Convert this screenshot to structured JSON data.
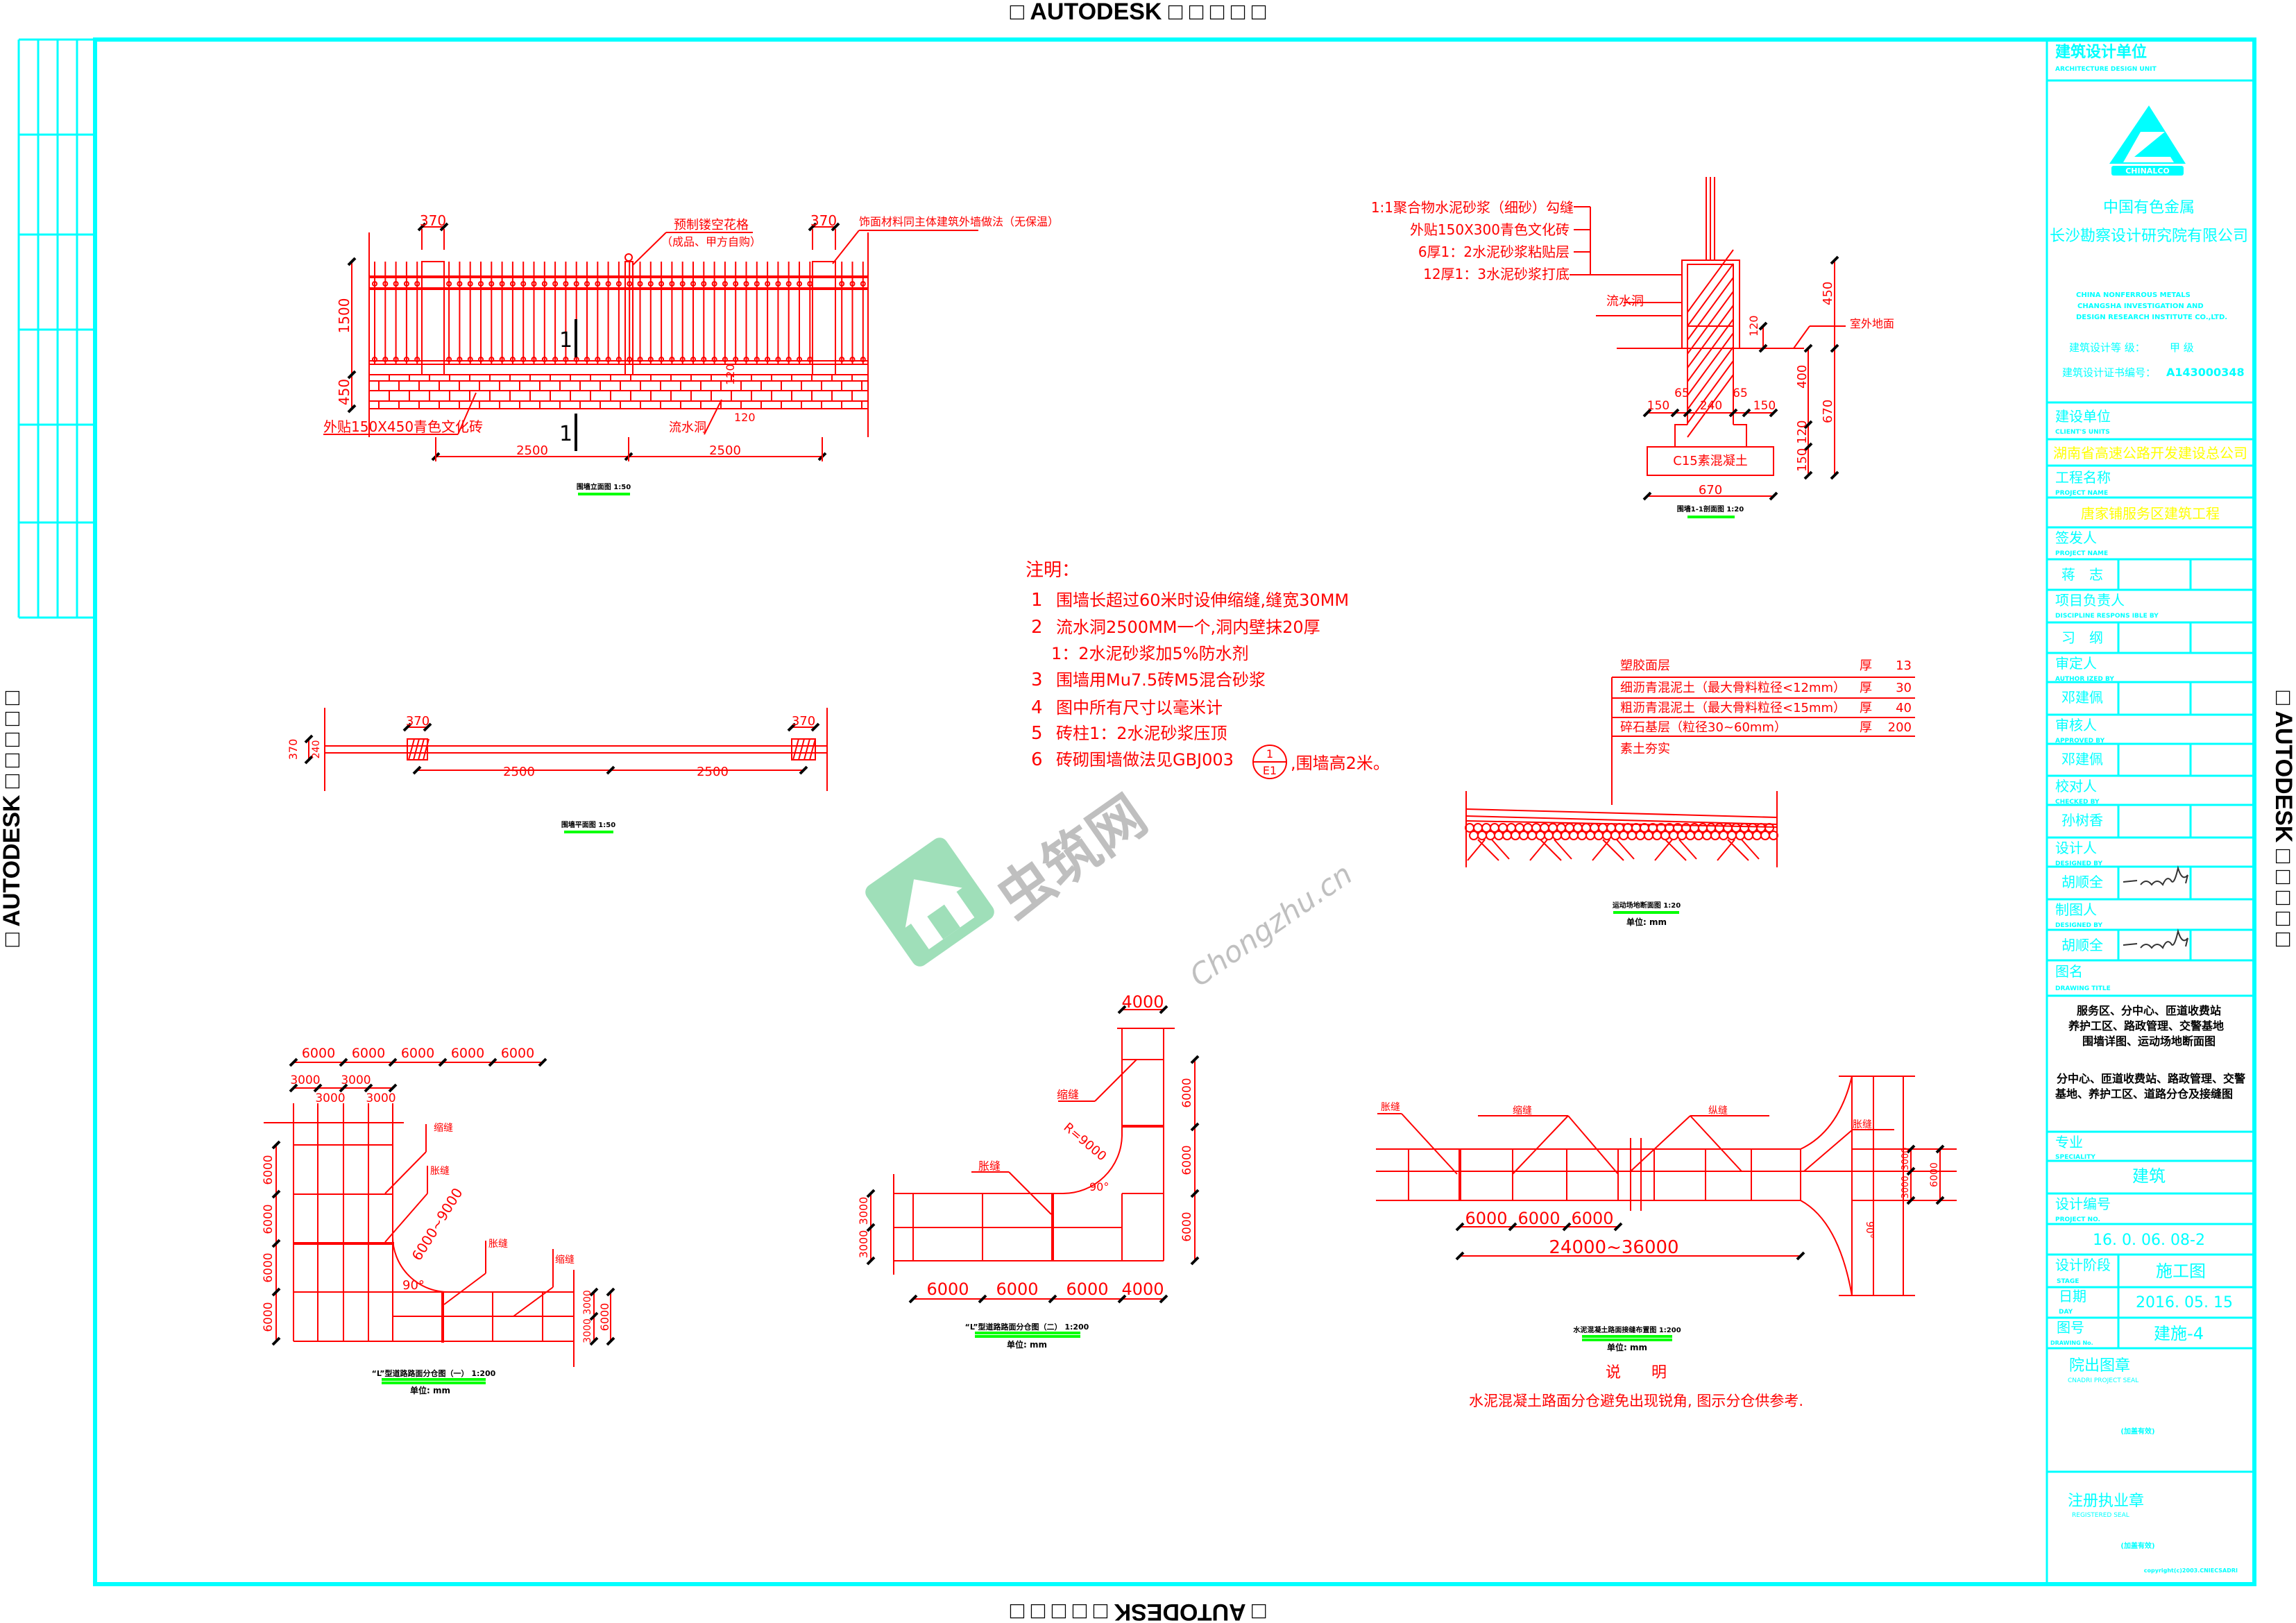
{
  "banners": {
    "top": "□ AUTODESK □ □ □ □ □",
    "bottom": "□ AUTODESK □ □ □ □ □",
    "left": "□ AUTODESK □ □ □ □ □",
    "right": "□ AUTODESK □ □ □ □ □"
  },
  "colors": {
    "line": "#ff0000",
    "frame": "#00ffff",
    "highlight": "#ffff00",
    "underline": "#00ff00"
  },
  "fence_elevation": {
    "dim_pier_left": "370",
    "dim_pier_right": "370",
    "label_grille": "预制镂空花格",
    "label_grille_note": "（成品、甲方自购）",
    "label_finish": "饰面材料同主体建筑外墙做法（无保温）",
    "dim_height_fence": "1500",
    "dim_height_wall": "450",
    "section_mark": "1",
    "section_mark_bottom": "1",
    "label_tile": "外贴150X450青色文化砖",
    "label_drain": "流水洞",
    "dim_drain_h": "120",
    "dim_drain_w": "120",
    "dim_span_1": "2500",
    "dim_span_2": "2500",
    "title": "围墙立面图 1:50"
  },
  "wall_section": {
    "layers": [
      "1:1聚合物水泥砂浆（细砂）勾缝",
      "外贴150X300青色文化砖",
      "6厚1：2水泥砂浆粘贴层",
      "12厚1：3水泥砂浆打底"
    ],
    "label_drain": "流水洞",
    "label_ground": "室外地面",
    "dim_120": "120",
    "dim_450": "450",
    "dim_400": "400",
    "dim_670_v": "670",
    "dim_150_120": "150 120",
    "dims_footing": [
      "150",
      "65",
      "240",
      "65",
      "150"
    ],
    "concrete": "C15素混凝土",
    "dim_670": "670",
    "title": "围墙1-1剖面图 1:20"
  },
  "notes": {
    "heading": "注明：",
    "items": [
      {
        "num": "1",
        "text": "围墙长超过60米时设伸缩缝,缝宽30MM"
      },
      {
        "num": "2",
        "text": "流水洞2500MM一个,洞内壁抹20厚"
      },
      {
        "num": "",
        "text": "1：2水泥砂浆加5%防水剂"
      },
      {
        "num": "3",
        "text": "围墙用Mu7.5砖M5混合砂浆"
      },
      {
        "num": "4",
        "text": "图中所有尺寸以毫米计"
      },
      {
        "num": "5",
        "text": "砖柱1：2水泥砂浆压顶"
      },
      {
        "num": "6",
        "text": "砖砌围墙做法见GBJ003"
      }
    ],
    "ref_top": "1",
    "ref_bottom": "E1",
    "tail": ",围墙高2米。"
  },
  "fence_plan": {
    "dim_pier_left": "370",
    "dim_pier_right": "370",
    "dim_span_1": "2500",
    "dim_span_2": "2500",
    "dim_370": "370",
    "dim_240": "240",
    "title": "围墙平面图 1:50"
  },
  "pavement": {
    "layers": [
      {
        "name": "塑胶面层",
        "thk_label": "厚",
        "thk": "13"
      },
      {
        "name": "细沥青混泥土（最大骨料粒径<12mm）",
        "thk_label": "厚",
        "thk": "30"
      },
      {
        "name": "粗沥青混泥土（最大骨料粒径<15mm）",
        "thk_label": "厚",
        "thk": "40"
      },
      {
        "name": "碎石基层（粒径30~60mm）",
        "thk_label": "厚",
        "thk": "200"
      },
      {
        "name": "素土夯实",
        "thk_label": "",
        "thk": ""
      }
    ],
    "title": "运动场地断面图 1:20",
    "unit": "单位: mm"
  },
  "l_road_1": {
    "dims_top": [
      "6000",
      "6000",
      "6000",
      "6000",
      "6000"
    ],
    "dims_sub": [
      "3000",
      "3000",
      "3000",
      "3000"
    ],
    "dims_left": [
      "6000",
      "6000",
      "6000",
      "6000"
    ],
    "dims_right": [
      "3000",
      "3000",
      "6000"
    ],
    "radius": "6000~9000",
    "angle": "90°",
    "labels": [
      "缩缝",
      "胀缝",
      "胀缝",
      "缩缝"
    ],
    "title": "“L”型道路路面分仓图（一） 1:200",
    "unit": "单位: mm"
  },
  "l_road_2": {
    "dim_top": "4000",
    "dims_right": [
      "6000",
      "6000",
      "6000"
    ],
    "dims_left": [
      "3000",
      "3000"
    ],
    "dims_bottom": [
      "6000",
      "6000",
      "6000",
      "4000"
    ],
    "radius": "R=9000",
    "angle": "90°",
    "label_contraction": "缩缝",
    "label_expansion": "胀缝",
    "title": "“L”型道路路面分仓图（二） 1:200",
    "unit": "单位: mm"
  },
  "joint_layout": {
    "labels": [
      "胀缝",
      "缩缝",
      "纵缝",
      "胀缝"
    ],
    "dims": [
      "6000",
      "6000",
      "6000"
    ],
    "dim_total": "24000~36000",
    "dims_right": [
      "3000",
      "3000",
      "6000"
    ],
    "angle": "90°",
    "title": "水泥混凝土路面接缝布置图 1:200",
    "unit": "单位: mm",
    "note_heading": "说　　明",
    "note_text": "水泥混凝土路面分仓避免出现锐角, 图示分仓供参考."
  },
  "watermark": {
    "brand": "虫筑网",
    "url": "Chongzhu.cn"
  },
  "title_block": {
    "design_unit_cn": "建筑设计单位",
    "design_unit_en": "ARCHITECTURE DESIGN UNIT",
    "logo_text": "CHINALCO",
    "company_line1": "中国有色金属",
    "company_line2": "长沙勘察设计研究院有限公司",
    "company_en1": "CHINA NONFERROUS METALS",
    "company_en2": "CHANGSHA INVESTIGATION AND",
    "company_en3": "DESIGN RESEARCH INSTITUTE CO.,LTD.",
    "grade_label": "建筑设计等 级：",
    "grade_value": "甲 级",
    "cert_label": "建筑设计证书编号：",
    "cert_value": "A143000348",
    "client_label": "建设单位",
    "client_label_en": "CLIENT'S UNITS",
    "client_value": "湖南省高速公路开发建设总公司",
    "project_label": "工程名称",
    "project_label_en": "PROJECT NAME",
    "project_value": "唐家铺服务区建筑工程",
    "people": [
      {
        "label": "签发人",
        "label_en": "PROJECT NAME",
        "name": "蒋　志",
        "signature": false
      },
      {
        "label": "项目负责人",
        "label_en": "DISCIPLINE RESPONS IBLE BY",
        "name": "习　纲",
        "signature": false
      },
      {
        "label": "审定人",
        "label_en": "AUTHOR IZED BY",
        "name": "邓建佩",
        "signature": false
      },
      {
        "label": "审核人",
        "label_en": "APPROVED BY",
        "name": "邓建佩",
        "signature": false
      },
      {
        "label": "校对人",
        "label_en": "CHECKED BY",
        "name": "孙树香",
        "signature": false
      },
      {
        "label": "设计人",
        "label_en": "DESIGNED BY",
        "name": "胡顺全",
        "signature": true
      },
      {
        "label": "制图人",
        "label_en": "DESIGNED BY",
        "name": "胡顺全",
        "signature": true
      }
    ],
    "drawing_title_label": "图名",
    "drawing_title_label_en": "DRAWING TITLE",
    "drawing_title_lines": [
      "服务区、分中心、匝道收费站",
      "养护工区、路政管理、交警基地",
      "围墙详图、运动场地断面图",
      "分中心、匝道收费站、路政管理、交警",
      "基地、养护工区、道路分仓及接缝图"
    ],
    "specialty_label": "专业",
    "specialty_label_en": "SPECIALITY",
    "specialty_value": "建筑",
    "project_no_label": "设计编号",
    "project_no_label_en": "PROJECT NO.",
    "project_no_value": "16. 0. 06. 08-2",
    "stage_label": "设计阶段",
    "stage_label_en": "STAGE",
    "stage_value": "施工图",
    "date_label": "日期",
    "date_label_en": "DAY",
    "date_value": "2016. 05. 15",
    "drawing_no_label": "图号",
    "drawing_no_label_en": "DRAWING No.",
    "drawing_no_value": "建施-4",
    "seal_label": "院出图章",
    "seal_label_en": "CNADRI PROJECT SEAL",
    "seal_note": "(加盖有效)",
    "reg_seal_label": "注册执业章",
    "reg_seal_label_en": "REGISTERED SEAL",
    "reg_seal_note": "(加盖有效)",
    "copyright": "copyright(c)2003.CNIECSADRI"
  }
}
